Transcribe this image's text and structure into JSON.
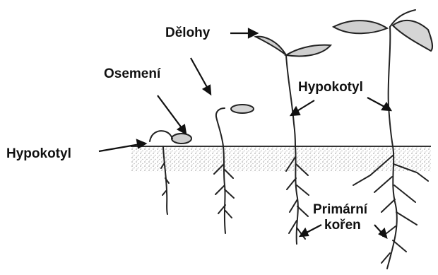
{
  "labels": {
    "cotyledons": "Dělohy",
    "seed_coat": "Osemení",
    "hypocotyl_left": "Hypokotyl",
    "hypocotyl_right": "Hypokotyl",
    "primary_root_line1": "Primární",
    "primary_root_line2": "kořen"
  },
  "colors": {
    "ink": "#111111",
    "soil_line": "#333333",
    "soil_fill": "#bdbdbd",
    "background": "#ffffff"
  }
}
